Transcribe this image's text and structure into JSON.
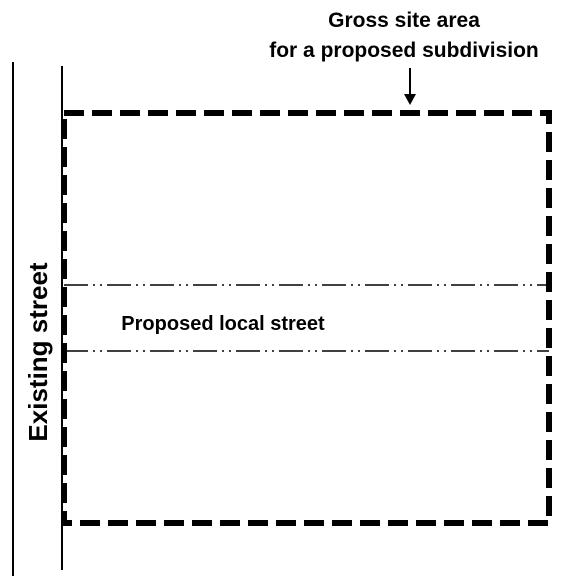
{
  "labels": {
    "gross_line1": "Gross site area",
    "gross_line2": "for a proposed subdivision",
    "local_street": "Proposed local street",
    "existing_street": "Existing street"
  },
  "colors": {
    "ink": "#000000",
    "background": "#ffffff"
  }
}
